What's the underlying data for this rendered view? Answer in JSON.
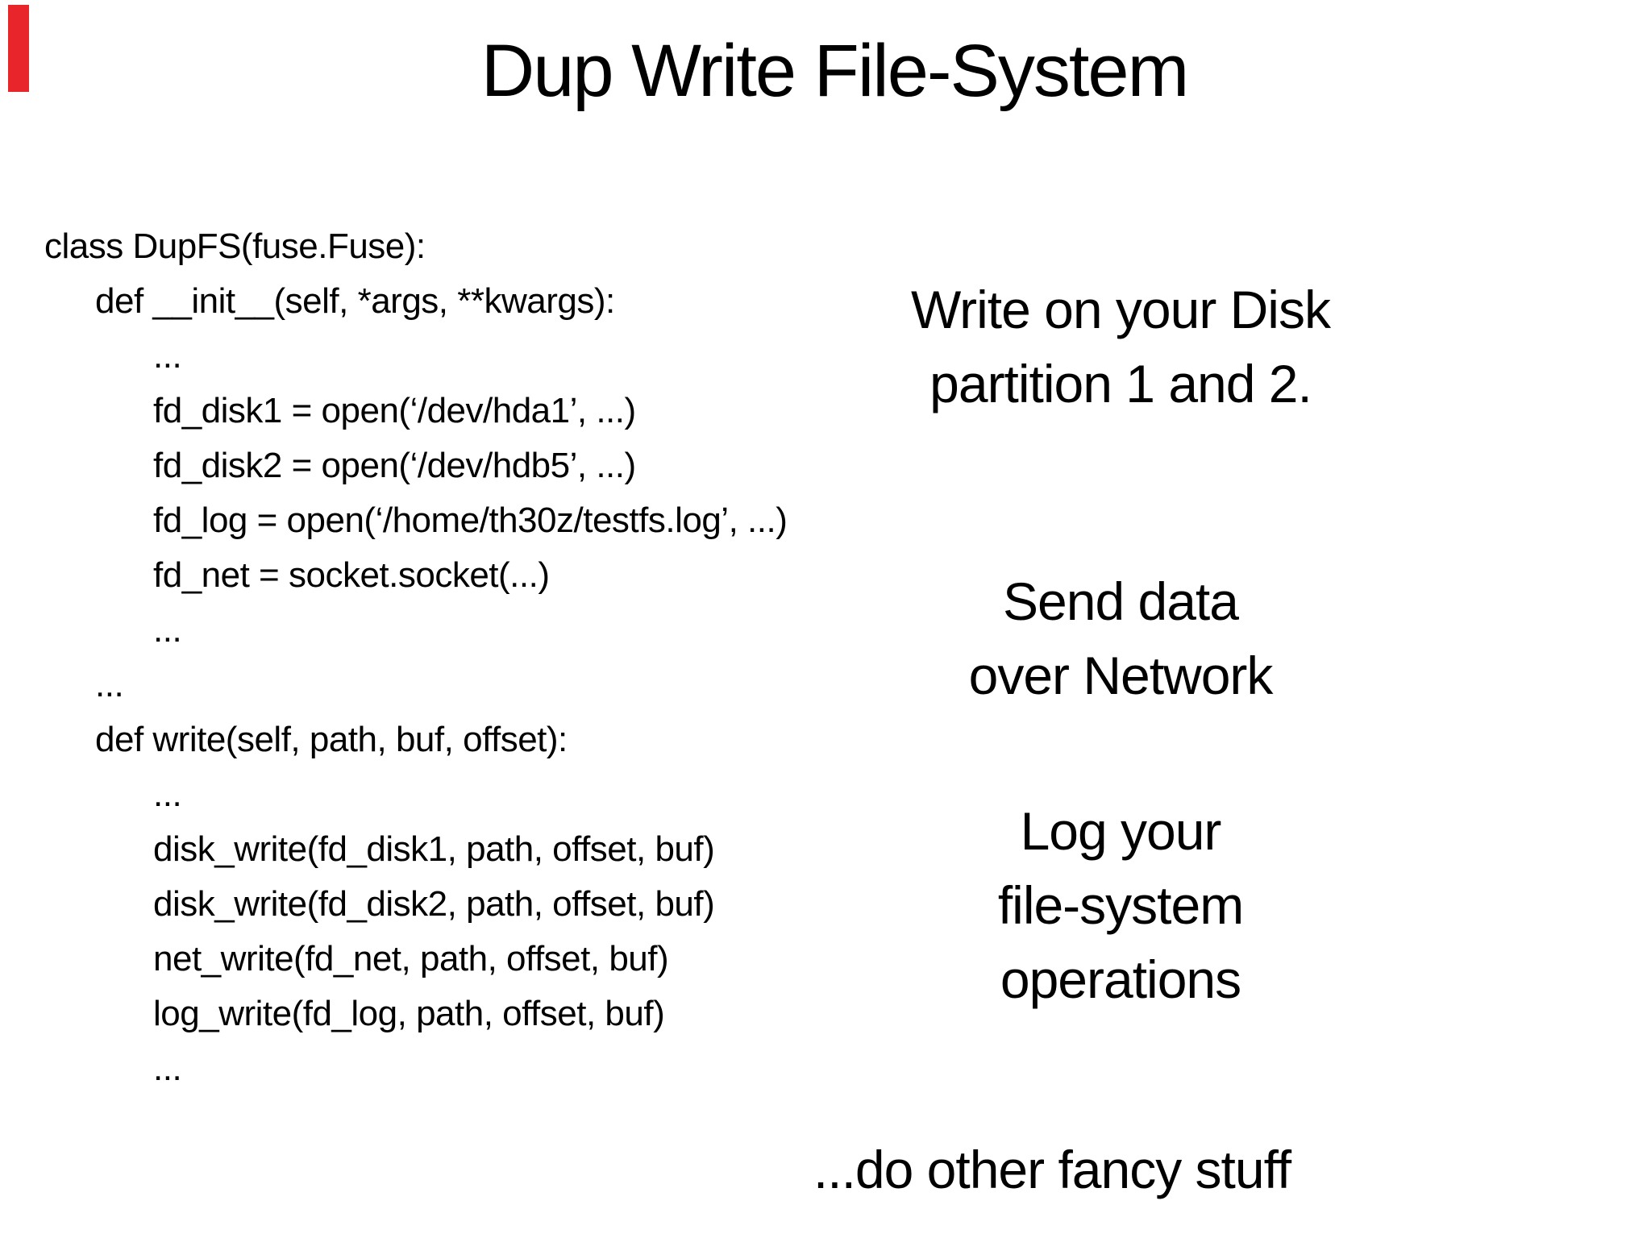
{
  "slide": {
    "title": "Dup Write File-System",
    "code": {
      "lines": [
        {
          "indent": 0,
          "text": "class DupFS(fuse.Fuse):"
        },
        {
          "indent": 1,
          "text": "def __init__(self, *args, **kwargs):"
        },
        {
          "indent": 2,
          "text": "..."
        },
        {
          "indent": 2,
          "text": "fd_disk1 = open(‘/dev/hda1’, ...)"
        },
        {
          "indent": 2,
          "text": "fd_disk2 = open(‘/dev/hdb5’, ...)"
        },
        {
          "indent": 2,
          "text": "fd_log = open(‘/home/th30z/testfs.log’, ...)"
        },
        {
          "indent": 2,
          "text": "fd_net = socket.socket(...)"
        },
        {
          "indent": 2,
          "text": "..."
        },
        {
          "indent": 1,
          "text": "..."
        },
        {
          "indent": 1,
          "text": "def write(self, path, buf, offset):"
        },
        {
          "indent": 2,
          "text": "..."
        },
        {
          "indent": 2,
          "text": "disk_write(fd_disk1, path, offset, buf)"
        },
        {
          "indent": 2,
          "text": "disk_write(fd_disk2, path, offset, buf)"
        },
        {
          "indent": 2,
          "text": "net_write(fd_net, path, offset, buf)"
        },
        {
          "indent": 2,
          "text": "log_write(fd_log, path, offset, buf)"
        },
        {
          "indent": 2,
          "text": "..."
        }
      ]
    },
    "annotations": [
      {
        "id": "annotation-disk",
        "lines": [
          "Write on your Disk",
          "partition 1 and 2."
        ]
      },
      {
        "id": "annotation-network",
        "lines": [
          "Send data",
          "over Network"
        ]
      },
      {
        "id": "annotation-log",
        "lines": [
          "Log your",
          "file-system",
          "operations"
        ]
      },
      {
        "id": "annotation-fancy",
        "lines": [
          "...do other fancy stuff"
        ]
      }
    ],
    "colors": {
      "background": "#ffffff",
      "text": "#000000",
      "marker_red": "#e8252a"
    }
  }
}
